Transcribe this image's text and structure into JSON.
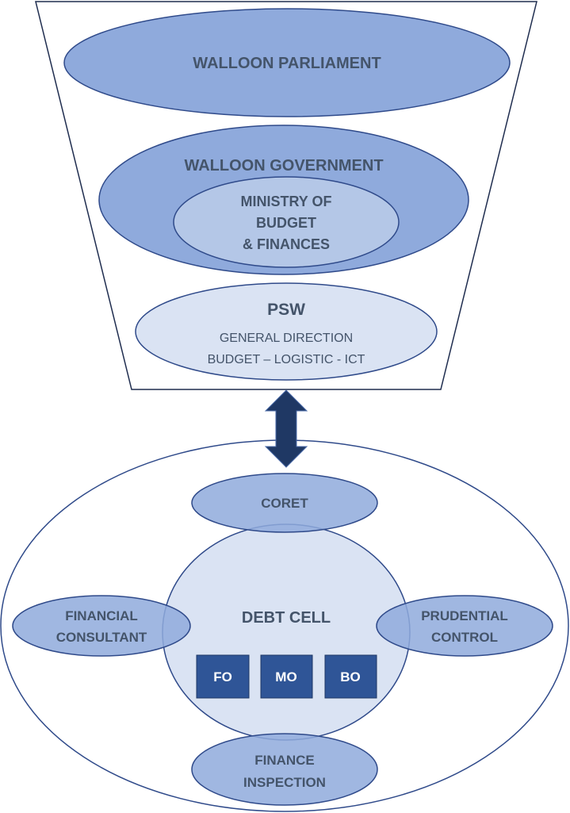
{
  "colors": {
    "outline": "#2f4a8a",
    "mid_fill": "#8faadc",
    "light_fill": "#b4c7e7",
    "pale_fill": "#dae3f3",
    "box_fill": "#2f5597",
    "arrow_fill": "#1f3864",
    "text": "#44546a"
  },
  "top": {
    "parliament": "WALLOON PARLIAMENT",
    "government": "WALLOON GOVERNMENT",
    "ministry": [
      "MINISTRY OF",
      "BUDGET",
      "& FINANCES"
    ],
    "psw": {
      "title": "PSW",
      "line1": "GENERAL DIRECTION",
      "line2": "BUDGET – LOGISTIC - ICT"
    }
  },
  "arrow": "double-vertical-arrow",
  "bottom": {
    "coret": "CORET",
    "debt_cell": "DEBT CELL",
    "financial_consultant": [
      "FINANCIAL",
      "CONSULTANT"
    ],
    "prudential_control": [
      "PRUDENTIAL",
      "CONTROL"
    ],
    "finance_inspection": [
      "FINANCE",
      "INSPECTION"
    ],
    "boxes": [
      "FO",
      "MO",
      "BO"
    ]
  }
}
